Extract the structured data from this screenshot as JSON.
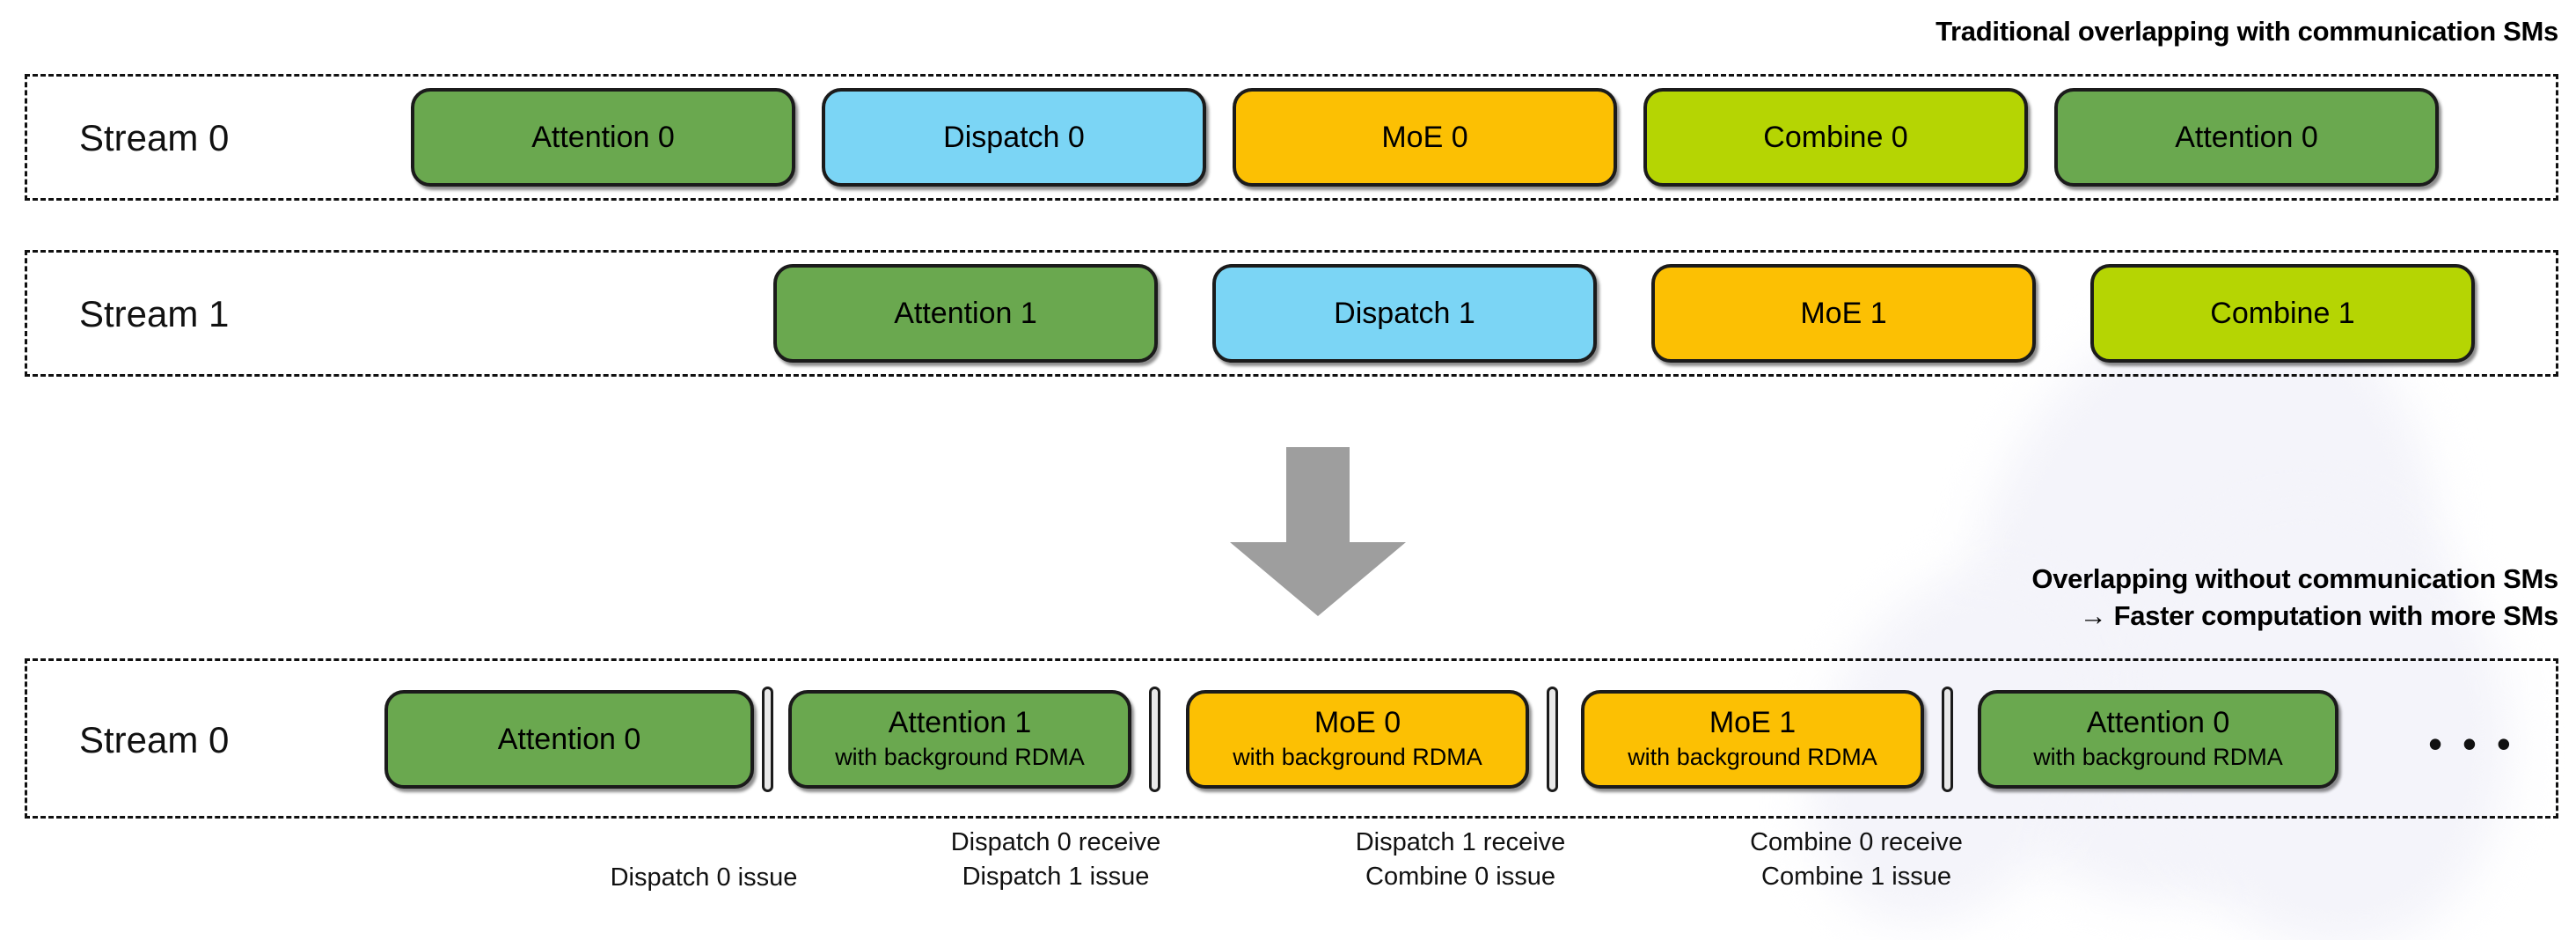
{
  "headers": {
    "top": "Traditional overlapping with communication SMs",
    "bottom_line1": "Overlapping without communication SMs",
    "bottom_line2": "→ Faster computation with more SMs"
  },
  "colors": {
    "attention": "#6aa84f",
    "dispatch": "#7bd5f5",
    "moe": "#fcc003",
    "combine": "#b5d503",
    "arrow": "#9e9e9e",
    "outline": "#1b1b1b",
    "lane_border": "#111111",
    "watermark": "#f4f4fa"
  },
  "lanes": [
    {
      "name": "traditional-stream-0",
      "label": "Stream 0",
      "blocks": [
        {
          "title": "Attention 0",
          "subtitle": "",
          "color_key": "attention"
        },
        {
          "title": "Dispatch 0",
          "subtitle": "",
          "color_key": "dispatch"
        },
        {
          "title": "MoE 0",
          "subtitle": "",
          "color_key": "moe"
        },
        {
          "title": "Combine 0",
          "subtitle": "",
          "color_key": "combine"
        },
        {
          "title": "Attention 0",
          "subtitle": "",
          "color_key": "attention"
        }
      ]
    },
    {
      "name": "traditional-stream-1",
      "label": "Stream 1",
      "blocks": [
        {
          "title": "Attention 1",
          "subtitle": "",
          "color_key": "attention"
        },
        {
          "title": "Dispatch 1",
          "subtitle": "",
          "color_key": "dispatch"
        },
        {
          "title": "MoE 1",
          "subtitle": "",
          "color_key": "moe"
        },
        {
          "title": "Combine 1",
          "subtitle": "",
          "color_key": "combine"
        }
      ]
    },
    {
      "name": "optimized-stream-0",
      "label": "Stream 0",
      "trailing_ellipsis": "• • •",
      "blocks": [
        {
          "title": "Attention 0",
          "subtitle": "",
          "color_key": "attention"
        },
        {
          "title": "Attention 1",
          "subtitle": "with background RDMA",
          "color_key": "attention"
        },
        {
          "title": "MoE 0",
          "subtitle": "with background RDMA",
          "color_key": "moe"
        },
        {
          "title": "MoE 1",
          "subtitle": "with background RDMA",
          "color_key": "moe"
        },
        {
          "title": "Attention 0",
          "subtitle": "with background RDMA",
          "color_key": "attention"
        }
      ]
    }
  ],
  "captions": [
    {
      "line1": "Dispatch 0 issue",
      "line2": ""
    },
    {
      "line1": "Dispatch 0 receive",
      "line2": "Dispatch 1 issue"
    },
    {
      "line1": "Dispatch 1 receive",
      "line2": "Combine 0 issue"
    },
    {
      "line1": "Combine 0 receive",
      "line2": "Combine 1 issue"
    }
  ]
}
